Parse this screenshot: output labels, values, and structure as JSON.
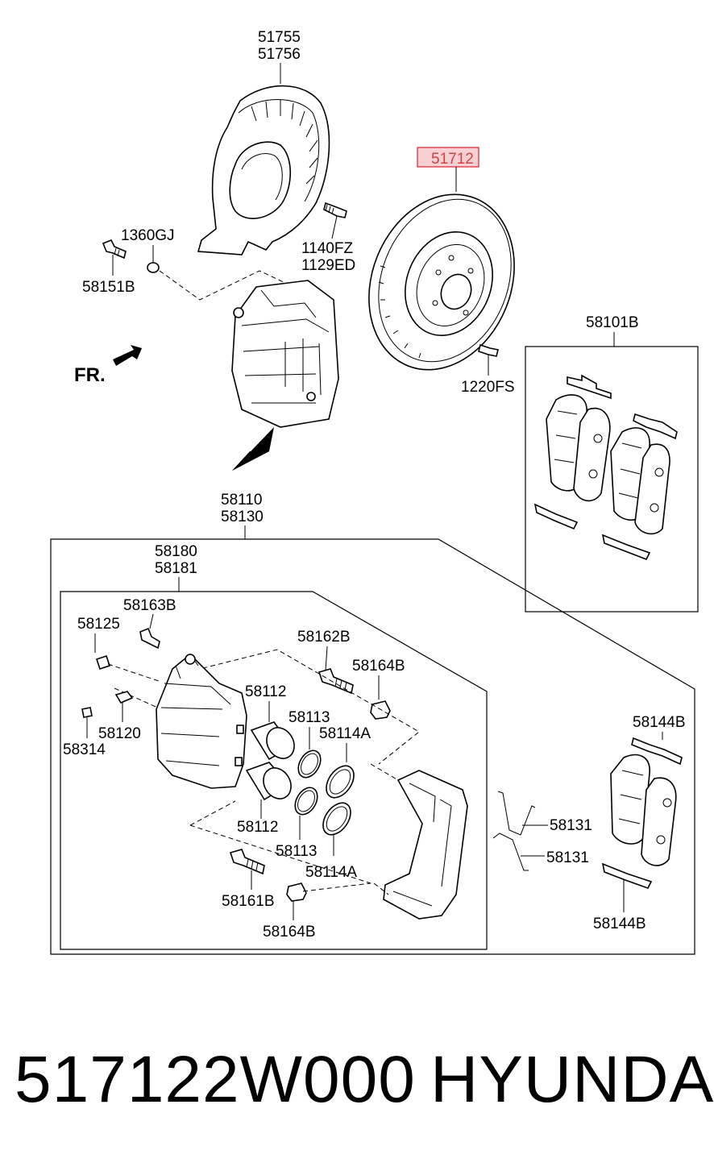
{
  "callouts": {
    "shield": [
      "51755",
      "51756"
    ],
    "disc": "51712",
    "shield_bolt_a": "1360GJ",
    "shield_bolt_b": "58151B",
    "disc_bolt": [
      "1140FZ",
      "1129ED"
    ],
    "screw": "1220FS",
    "pad_kit_upper": "58101B",
    "direction": "FR.",
    "caliper_assy": [
      "58110",
      "58130"
    ],
    "caliper_body": [
      "58180",
      "58181"
    ],
    "bleeder_cap": "58163B",
    "plug": "58125",
    "guide_pin_upper": "58162B",
    "boot_upper": "58164B",
    "piston_upper": "58112",
    "seal_upper": "58113",
    "boot_ring_upper": "58114A",
    "bleeder": "58120",
    "bushing": "58314",
    "piston_lower": "58112",
    "seal_lower": "58113",
    "boot_ring_lower": "58114A",
    "guide_pin_lower": "58161B",
    "boot_lower": "58164B",
    "spring_upper": "58131",
    "spring_lower": "58131",
    "pad_set_top": "58144B",
    "pad_set_bottom": "58144B"
  },
  "footer": {
    "part_number": "517122W000",
    "brand": "HYUNDAI"
  },
  "colors": {
    "highlight_box_fill": "#f8d0d4",
    "highlight_box_stroke": "#d82030",
    "line": "#000000"
  }
}
